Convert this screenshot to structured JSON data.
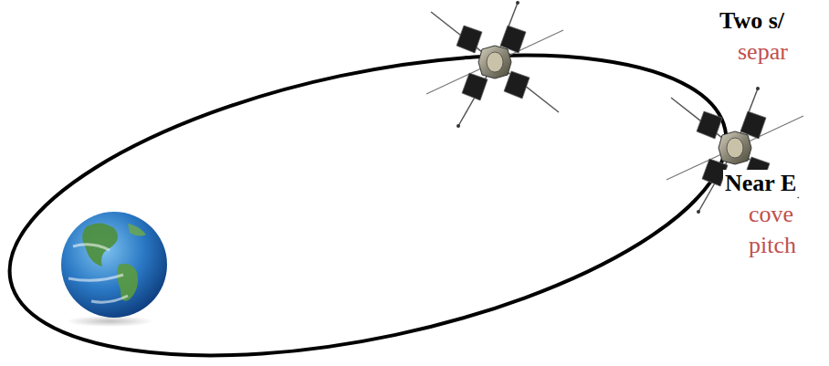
{
  "diagram": {
    "labels": [
      "Two s/",
      "separ",
      "Near E",
      "cove",
      "pitch"
    ]
  }
}
